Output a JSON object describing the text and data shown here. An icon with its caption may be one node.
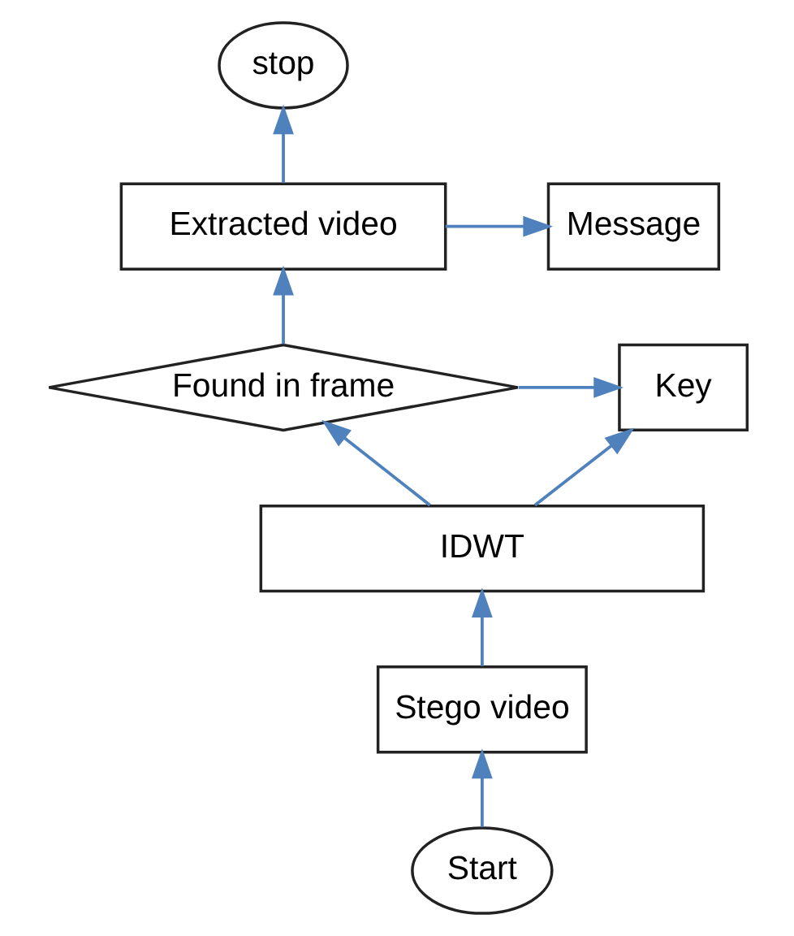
{
  "diagram": {
    "nodes": [
      {
        "text": [
          "stop"
        ]
      },
      {
        "text": [
          "Message"
        ]
      },
      {
        "text": [
          "Extracted video"
        ]
      },
      {
        "text": [
          "Found in frame"
        ]
      },
      {
        "text": [
          "Key"
        ]
      },
      {
        "text": [
          "IDWT"
        ]
      },
      {
        "text": [
          "Stego video"
        ]
      },
      {
        "text": [
          "Start"
        ]
      }
    ],
    "edges": [
      {
        "from": 7,
        "to": 6,
        "arrow": "to"
      },
      {
        "from": 6,
        "to": 5,
        "arrow": "to"
      },
      {
        "from": 5,
        "to": 3,
        "arrow": "to"
      },
      {
        "from": 3,
        "to": 2,
        "arrow": "to"
      },
      {
        "from": 2,
        "to": 0,
        "arrow": "to"
      },
      {
        "from": 2,
        "to": 1,
        "arrow": "to"
      },
      {
        "from": 3,
        "to": 4,
        "arrow": "to"
      },
      {
        "from": 5,
        "to": 4,
        "arrow": "to"
      }
    ]
  }
}
